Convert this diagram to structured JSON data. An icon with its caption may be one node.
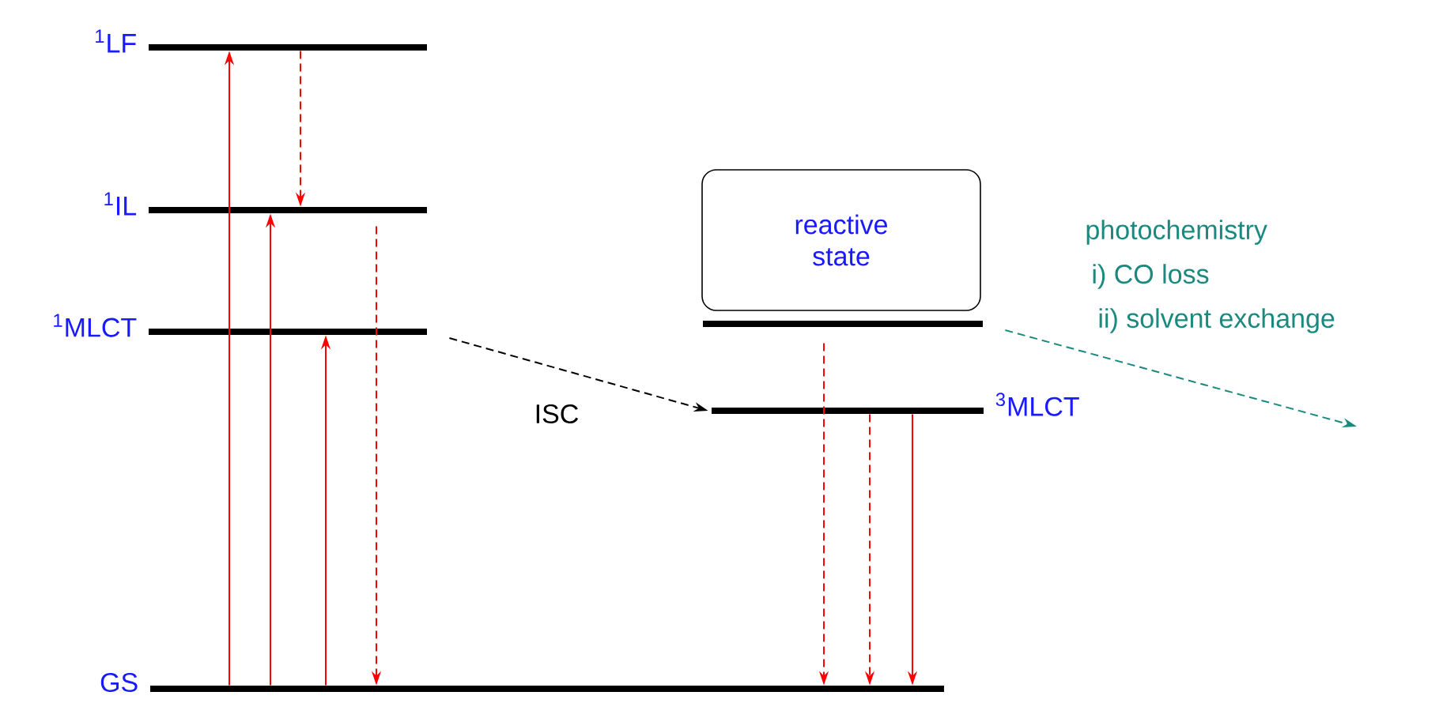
{
  "diagram": {
    "nodes": [
      {
        "text": [],
        "shape": "bar",
        "beside": [
          "$^{1}$LF"
        ]
      },
      {
        "text": [],
        "shape": "bar",
        "beside": [
          "$^{1}$IL"
        ]
      },
      {
        "text": [],
        "shape": "bar",
        "beside": [
          "$^{1}$MLCT"
        ]
      },
      {
        "text": [],
        "shape": "bar",
        "beside": [
          "GS"
        ]
      },
      {
        "text": [
          "reactive state"
        ]
      },
      {
        "text": [],
        "shape": "bar"
      },
      {
        "text": [],
        "shape": "bar",
        "beside": [
          "$^{3}$MLCT"
        ]
      }
    ],
    "edges": [
      {
        "from": 3,
        "to": 0,
        "arrow": "to"
      },
      {
        "from": 0,
        "to": 1,
        "arrow": "to",
        "style": "dashed"
      },
      {
        "from": 3,
        "to": 1,
        "arrow": "to"
      },
      {
        "from": 3,
        "to": 2,
        "arrow": "to"
      },
      {
        "from": 1,
        "to": 3,
        "arrow": "to",
        "style": "dashed"
      },
      {
        "from": 2,
        "to": 6,
        "arrow": "to",
        "style": "dashed",
        "color": "#000000",
        "label": "ISC"
      },
      {
        "from": 5,
        "to": 3,
        "arrow": "to",
        "style": "dashed"
      },
      {
        "from": 6,
        "to": 3,
        "arrow": "to",
        "style": "dashed"
      },
      {
        "from": 6,
        "to": 3,
        "arrow": "to"
      },
      {
        "from": 5,
        "to": null,
        "arrow": "to",
        "style": "dashed",
        "color": "#1a8a7e"
      }
    ],
    "labels": [
      "photochemistry",
      "i) CO loss",
      "ii) solvent exchange"
    ]
  }
}
